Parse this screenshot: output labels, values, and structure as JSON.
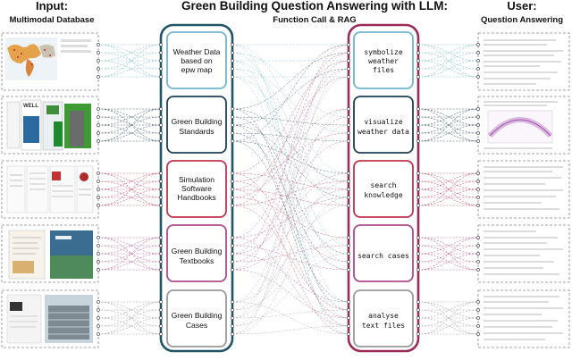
{
  "header": {
    "title": "Green Building Question Answering with LLM:",
    "subtitle": "Function Call & RAG",
    "input_title": "Input:",
    "input_subtitle": "Multimodal Database",
    "user_title": "User:",
    "user_subtitle": "Question Answering"
  },
  "sources": [
    {
      "lines": [
        "Weather Data",
        "based on",
        "epw map"
      ]
    },
    {
      "lines": [
        "Green Building",
        "Standards"
      ]
    },
    {
      "lines": [
        "Simulation",
        "Software",
        "Handbooks"
      ]
    },
    {
      "lines": [
        "Green Building",
        "Textbooks"
      ]
    },
    {
      "lines": [
        "Green Building",
        "Cases"
      ]
    }
  ],
  "functions": [
    {
      "lines": [
        "symbolize",
        "weather",
        "files"
      ]
    },
    {
      "lines": [
        "visualize",
        "weather data"
      ]
    },
    {
      "lines": [
        "search",
        "knowledge"
      ]
    },
    {
      "lines": [
        "search cases"
      ]
    },
    {
      "lines": [
        "analyse",
        "text files"
      ]
    }
  ],
  "thumbnails": {
    "weather_map": "weather-map-thumbnail",
    "standards": "standards-covers-thumbnail",
    "handbooks": "handbook-pages-thumbnail",
    "textbooks": "textbook-covers-thumbnail",
    "cases": "building-cases-thumbnail"
  },
  "colors": {
    "left_frame": "#1f5566",
    "right_frame": "#9c2a58",
    "blue": "#6fb6d0",
    "navy": "#1f3f55",
    "red": "#c0334f",
    "purple": "#b04a8a",
    "gray": "#9a9a9a"
  }
}
